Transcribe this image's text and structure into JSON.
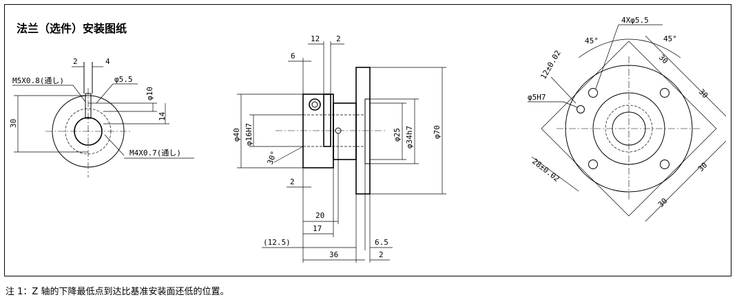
{
  "title": "法兰（选件）安装图纸",
  "note": "注 1：Z 轴的下降最低点到达比基准安装面还低的位置。",
  "left_view": {
    "dim_2": "2",
    "dim_4": "4",
    "dim_m5": "M5X0.8(通し)",
    "dim_phi55": "φ5.5",
    "dim_phi10": "φ10",
    "dim_30": "30",
    "dim_14": "14",
    "dim_m4": "M4X0.7(通し)"
  },
  "middle_view": {
    "dim_12": "12",
    "dim_2top": "2",
    "dim_6": "6",
    "dim_phi40": "φ40",
    "dim_phi16h7": "φ16H7",
    "dim_30deg": "30°",
    "dim_phi25": "φ25",
    "dim_phi34h7": "φ34h7",
    "dim_phi70": "φ70",
    "dim_2bot": "2",
    "dim_20": "20",
    "dim_17": "17",
    "dim_125": "(12.5)",
    "dim_65": "6.5",
    "dim_36": "36",
    "dim_2last": "2"
  },
  "right_view": {
    "dim_4xphi55": "4Xφ5.5",
    "dim_45a": "45°",
    "dim_45b": "45°",
    "dim_12tol": "12±0.02",
    "dim_phi5h7": "φ5H7",
    "dim_30a": "30",
    "dim_30b": "30",
    "dim_30c": "30",
    "dim_30d": "30",
    "dim_28tol": "28±0.02"
  }
}
